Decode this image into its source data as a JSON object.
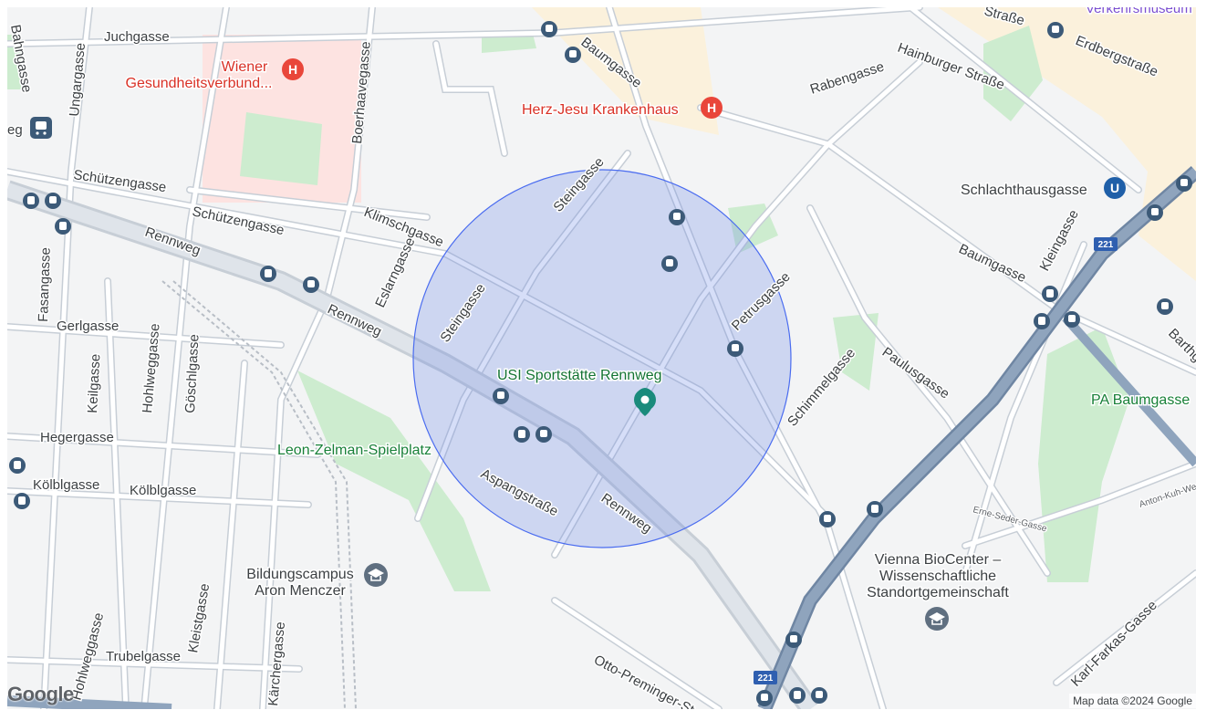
{
  "map": {
    "colors": {
      "background": "#f3f4f5",
      "road": "#ffffff",
      "road_outline": "#c7ced6",
      "highway": "#8fa4bd",
      "park": "#cdeccf",
      "hospital_area": "#fde3e1",
      "radius_fill": "#6b8ae6",
      "radius_stroke": "#4a6cf0",
      "marker": "#1a8b7c"
    },
    "streets": [
      "Juchgasse",
      "Ungargasse",
      "Bahngasse",
      "Boerhaavegasse",
      "Baumgasse",
      "Rabengasse",
      "Hainburger Straße",
      "Erdbergstraße",
      "Straße",
      "Schützengasse",
      "Schützengasse",
      "Klimschgasse",
      "Steingasse",
      "Rennweg",
      "Rennweg",
      "Eslarngasse",
      "Fasangasse",
      "Gerlgasse",
      "Hohlweggasse",
      "Keilgasse",
      "Göschlgasse",
      "Steingasse",
      "Petrusgasse",
      "Baumgasse",
      "Kleingasse",
      "Paulusgasse",
      "Schimmelgasse",
      "Hegergasse",
      "Kölblgasse",
      "Kölblgasse",
      "Aspangstraße",
      "Rennweg",
      "Kleistgasse",
      "Hohlweggasse",
      "Trubelgasse",
      "Kärchergasse",
      "Otto-Preminger-St",
      "Erne-Seder-Gasse",
      "Anton-Kuh-Weg",
      "Karl-Farkas-Gasse",
      "Barthgasse",
      "eg"
    ],
    "pois": {
      "hospital_1": [
        "Wiener",
        "Gesundheitsverbund..."
      ],
      "hospital_2": "Herz-Jesu Krankenhaus",
      "metro": "Schlachthausgasse",
      "selected_place": "USI Sportstätte Rennweg",
      "playground": "Leon-Zelman-Spielplatz",
      "park": "PA Baumgasse",
      "school": [
        "Bildungscampus",
        "Aron Menczer"
      ],
      "biocenter": [
        "Vienna BioCenter –",
        "Wissenschaftliche",
        "Standortgemeinschaft"
      ],
      "museum": "Verkehrsmuseum"
    },
    "route_badges": [
      "221",
      "221"
    ],
    "icons": {
      "hospital": "hospital-icon",
      "metro": "metro-u-icon",
      "tram": "tram-stop-icon",
      "bus": "bus-stop-icon",
      "school": "school-icon",
      "marker": "place-marker-icon",
      "train": "train-icon"
    },
    "logo": "Google",
    "attribution": "Map data ©2024 Google"
  }
}
